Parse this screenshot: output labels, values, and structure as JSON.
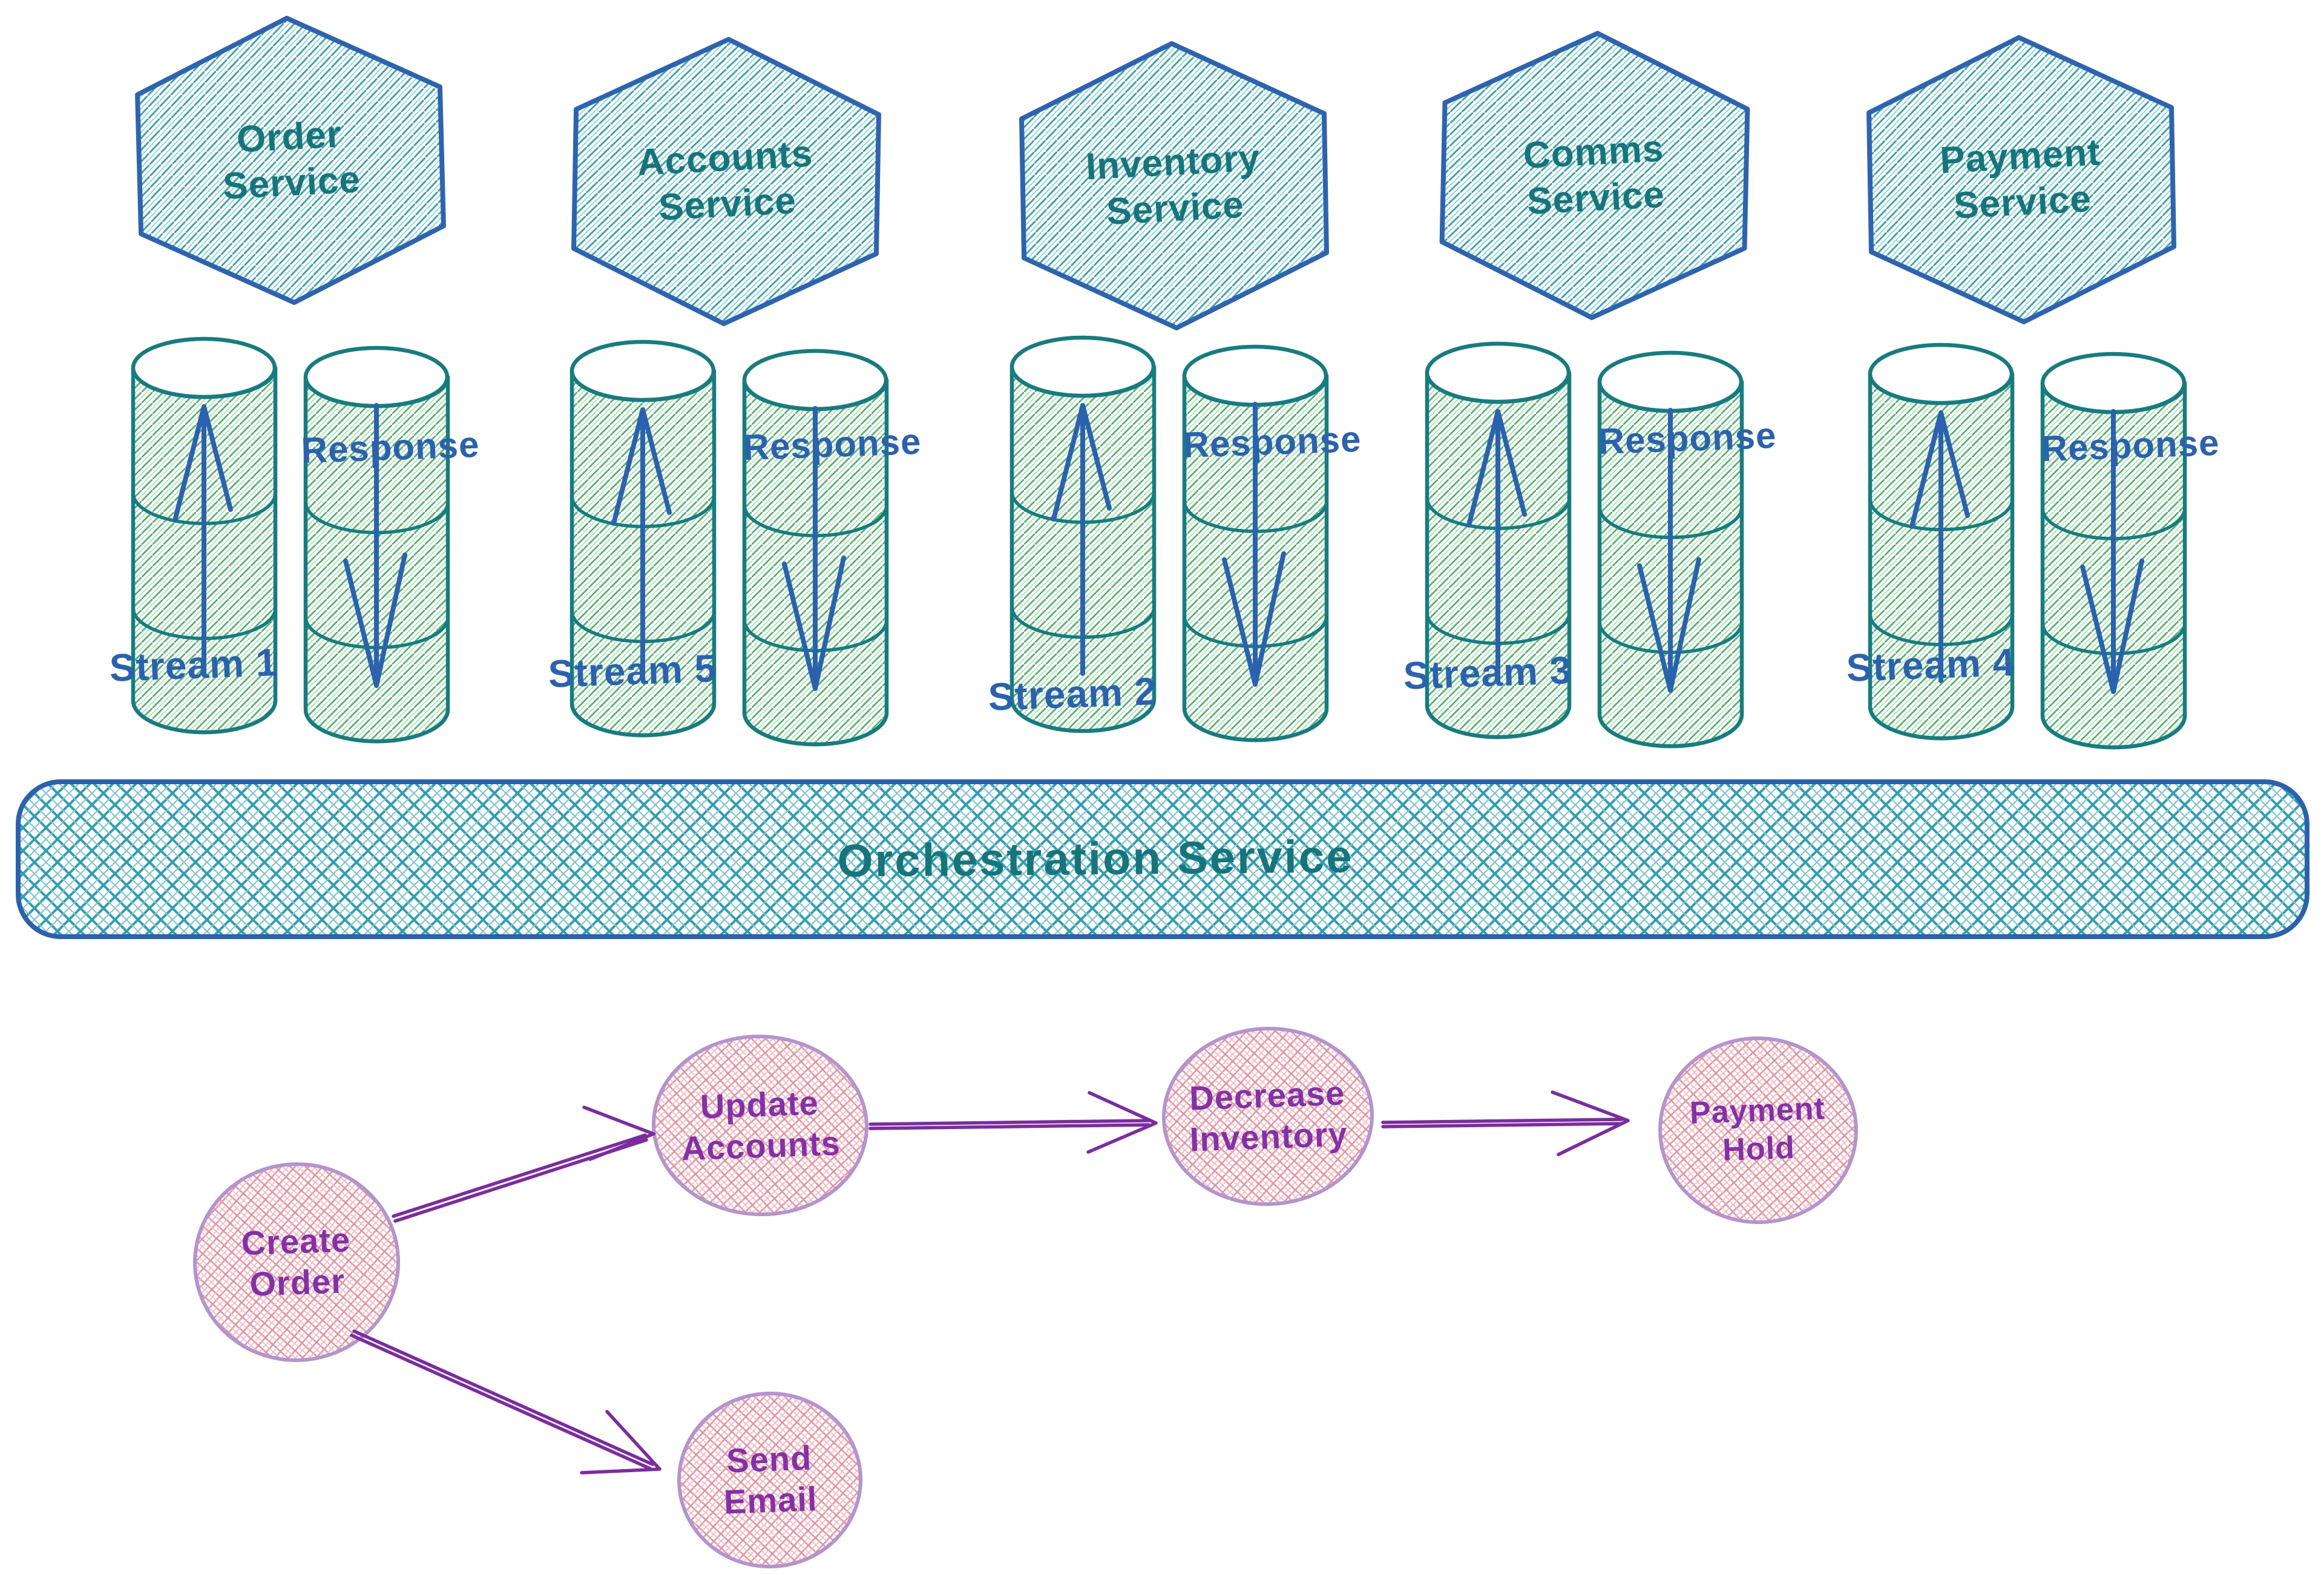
{
  "services": [
    {
      "label": "Order\nService"
    },
    {
      "label": "Accounts\nService"
    },
    {
      "label": "Inventory\nService"
    },
    {
      "label": "Comms\nService"
    },
    {
      "label": "Payment\nService"
    }
  ],
  "streams": [
    {
      "label": "Stream 1",
      "response": "Response",
      "request_arrow": "up",
      "response_arrow": "down"
    },
    {
      "label": "Stream 5",
      "response": "Response",
      "request_arrow": "up",
      "response_arrow": "down"
    },
    {
      "label": "Stream 2",
      "response": "Response",
      "request_arrow": "up",
      "response_arrow": "down"
    },
    {
      "label": "Stream 3",
      "response": "Response",
      "request_arrow": "up",
      "response_arrow": "down"
    },
    {
      "label": "Stream 4",
      "response": "Response",
      "request_arrow": "up",
      "response_arrow": "down"
    }
  ],
  "orchestration": {
    "label": "Orchestration Service"
  },
  "workflow": {
    "nodes": [
      {
        "label": "Create\nOrder"
      },
      {
        "label": "Update\nAccounts"
      },
      {
        "label": "Decrease\nInventory"
      },
      {
        "label": "Payment\nHold"
      },
      {
        "label": "Send\nEmail"
      }
    ],
    "edges": [
      {
        "from": "Create Order",
        "to": "Update Accounts"
      },
      {
        "from": "Update Accounts",
        "to": "Decrease Inventory"
      },
      {
        "from": "Decrease Inventory",
        "to": "Payment Hold"
      },
      {
        "from": "Create Order",
        "to": "Send Email"
      }
    ]
  },
  "colors": {
    "canvas_bg": "#ffffff",
    "hex_border": "#2d64b2",
    "hex_hatch": "#39a5ad",
    "hex_hatch_light": "#8ccfd4",
    "service_text": "#15757b",
    "cyl_outline": "#157c80",
    "cyl_hatch": "#4db868",
    "cyl_hatch_light": "#a8dcb2",
    "stream_arrow": "#2b62b0",
    "stream_text": "#2b62b0",
    "bar_border": "#2b62b0",
    "bar_hatch": "#2f9fb2",
    "bar_hatch_light": "#7fc6d2",
    "bar_text": "#15757b",
    "node_outline": "#b394cf",
    "node_hatch": "#e9929f",
    "node_hatch_light": "#f4bac3",
    "node_text": "#8430a8",
    "flow_arrow": "#7c2ba1"
  }
}
